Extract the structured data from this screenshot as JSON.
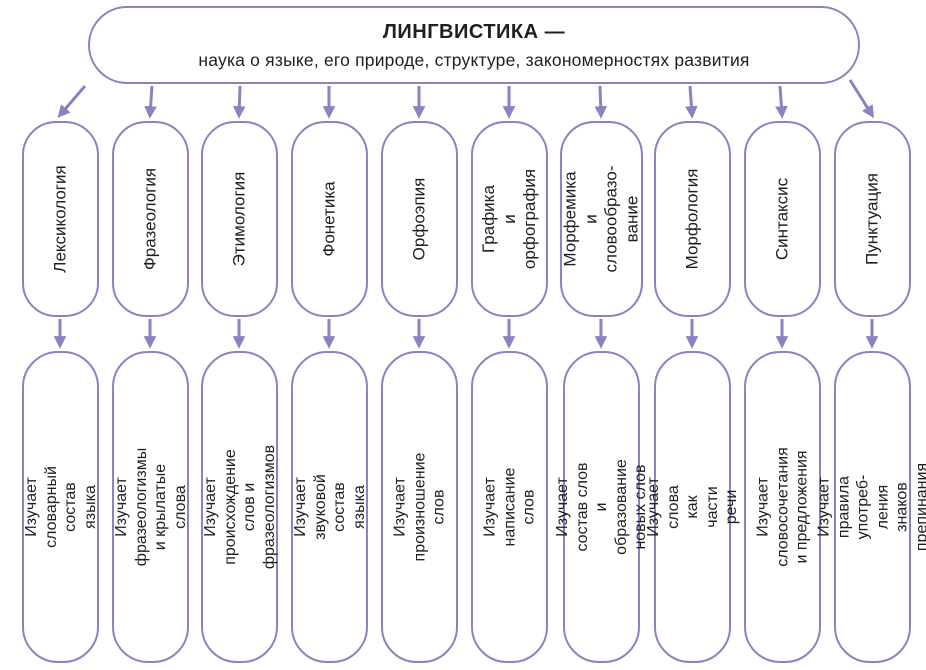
{
  "header": {
    "title": "ЛИНГВИСТИКА —",
    "subtitle": "наука о языке, его природе, структуре, закономерностях развития"
  },
  "branches": [
    {
      "name": "Лексикология",
      "description": "Изучает словарный\nсостав языка"
    },
    {
      "name": "Фразеология",
      "description": "Изучает фразеологизмы\nи крылатые слова"
    },
    {
      "name": "Этимология",
      "description": "Изучает происхождение\nслов и фразеологизмов"
    },
    {
      "name": "Фонетика",
      "description": "Изучает звуковой\nсостав языка"
    },
    {
      "name": "Орфоэпия",
      "description": "Изучает\nпроизношение слов"
    },
    {
      "name": "Графика\nи орфография",
      "description": "Изучает\nнаписание слов"
    },
    {
      "name": "Морфемика\nи словообразо-\nвание",
      "description": "Изучает состав слов и\nобразование новых слов"
    },
    {
      "name": "Морфология",
      "description": "Изучает слова\nкак части речи"
    },
    {
      "name": "Синтаксис",
      "description": "Изучает словосочетания\nи предложения"
    },
    {
      "name": "Пунктуация",
      "description": "Изучает правила употреб-\nления знаков препинания"
    }
  ],
  "colors": {
    "border": "#8d82c0",
    "text": "#1f1f1f"
  }
}
